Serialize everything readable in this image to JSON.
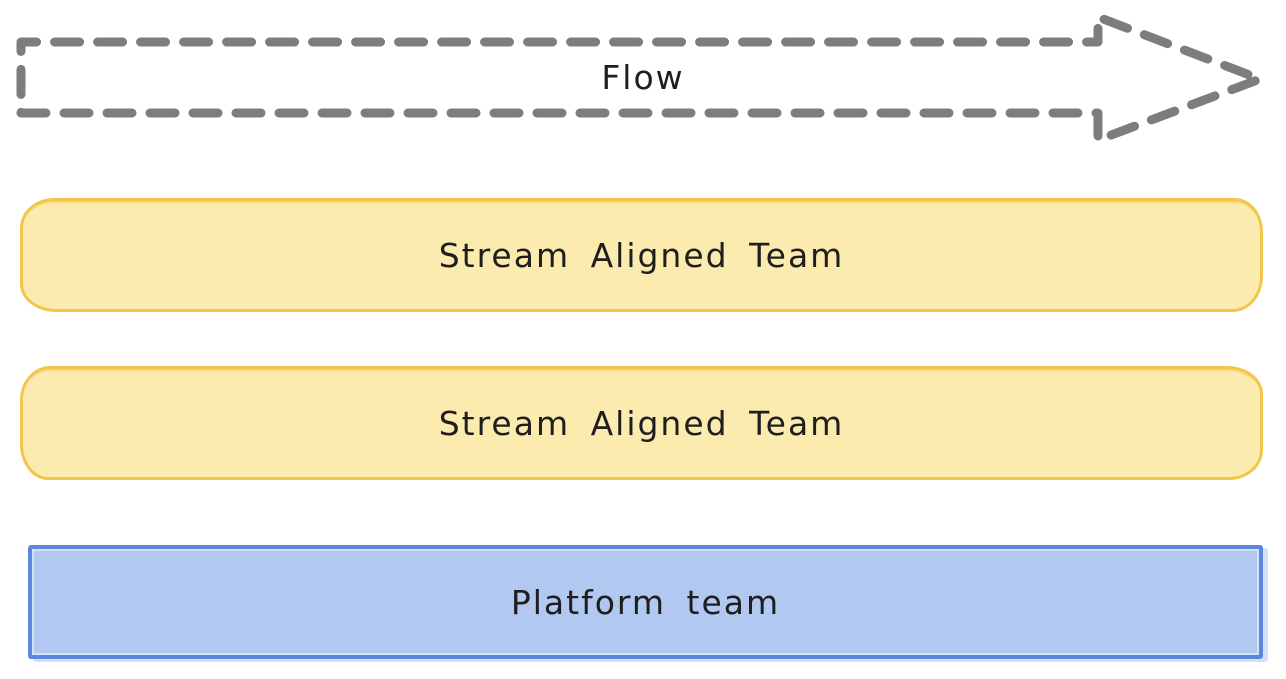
{
  "canvas": {
    "background": "#ffffff",
    "text_color": "#1e1e1e"
  },
  "flow_arrow": {
    "label": "Flow",
    "stroke_color": "#7d7d7d",
    "style": "dashed-block-arrow",
    "direction": "right"
  },
  "teams": [
    {
      "label": "Stream Aligned Team",
      "type": "stream-aligned",
      "fill": "#FCEBAE",
      "stroke": "#F2C64C"
    },
    {
      "label": "Stream Aligned Team",
      "type": "stream-aligned",
      "fill": "#FCEBAE",
      "stroke": "#F2C64C"
    },
    {
      "label": "Platform team",
      "type": "platform",
      "fill": "#B1C8F0",
      "stroke": "#5D87DC"
    }
  ]
}
